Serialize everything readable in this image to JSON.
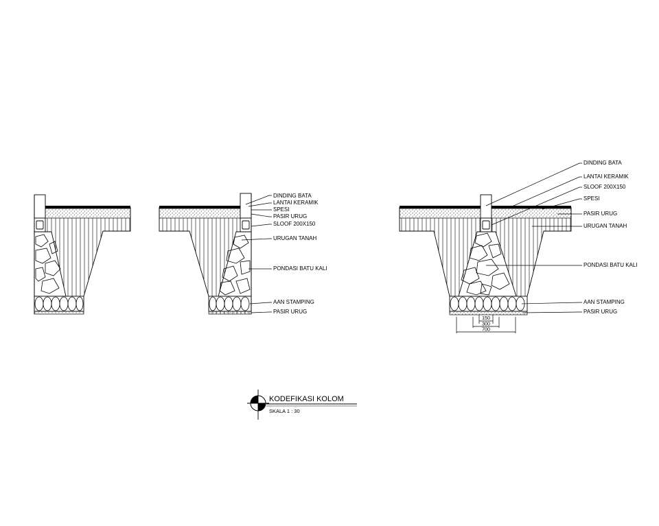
{
  "labels": {
    "dinding_bata": "DINDING BATA",
    "lantai_keramik": "LANTAI KERAMIK",
    "spesi": "SPESI",
    "pasir_urug": "PASIR URUG",
    "sloof": "SLOOF 200X150",
    "urugan_tanah": "URUGAN TANAH",
    "pondasi_batu_kali": "PONDASI BATU KALI",
    "aan_stamping": "AAN STAMPING"
  },
  "dimensions": {
    "d150": "150",
    "d300": "300",
    "d700": "700"
  },
  "title": {
    "main": "KODEFIKASI KOLOM",
    "scale": "SKALA 1 : 30"
  }
}
